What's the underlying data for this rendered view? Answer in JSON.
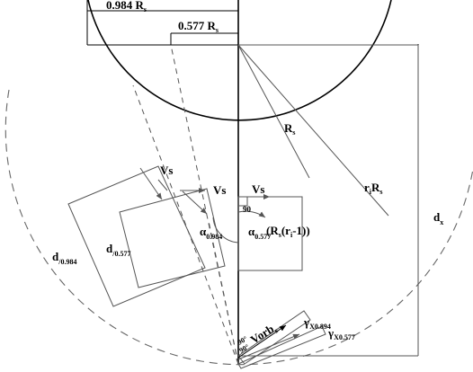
{
  "labels": {
    "dim_0984": "0.984 R",
    "dim_0984_sub": "s",
    "dim_0577": "0.577 R",
    "dim_0577_sub": "s",
    "rs": "R",
    "rs_sub": "s",
    "ri_rs_r": "r",
    "ri_rs_i": "i",
    "ri_rs_R": "R",
    "ri_rs_s": "s",
    "vs_left": "Vs",
    "vs_mid": "Vs",
    "vs_right": "Vs",
    "angle_90": "90",
    "alpha_0984": "α",
    "alpha_0984_sub": "0.984",
    "alpha_0577": "α",
    "alpha_0577_sub": "0.577",
    "rs_ri_minus_1": "(R",
    "rs_ri_minus_1_s": "s",
    "rs_ri_minus_1_r": "(r",
    "rs_ri_minus_1_i": "i",
    "rs_ri_minus_1_tail": "-1))",
    "d_0984": "d",
    "d_0984_sub": "/0.984",
    "d_0577": "d",
    "d_0577_sub": "/0.577",
    "dx": "d",
    "dx_sub": "x",
    "vorb": "Vorb",
    "vorb_sub": "s",
    "gamma_0894": "γ",
    "gamma_0894_sub": "X0.894",
    "gamma_0577": "γ",
    "gamma_0577_sub": "X0.577",
    "angle_90_a": "90°",
    "angle_90_b": "90°"
  }
}
